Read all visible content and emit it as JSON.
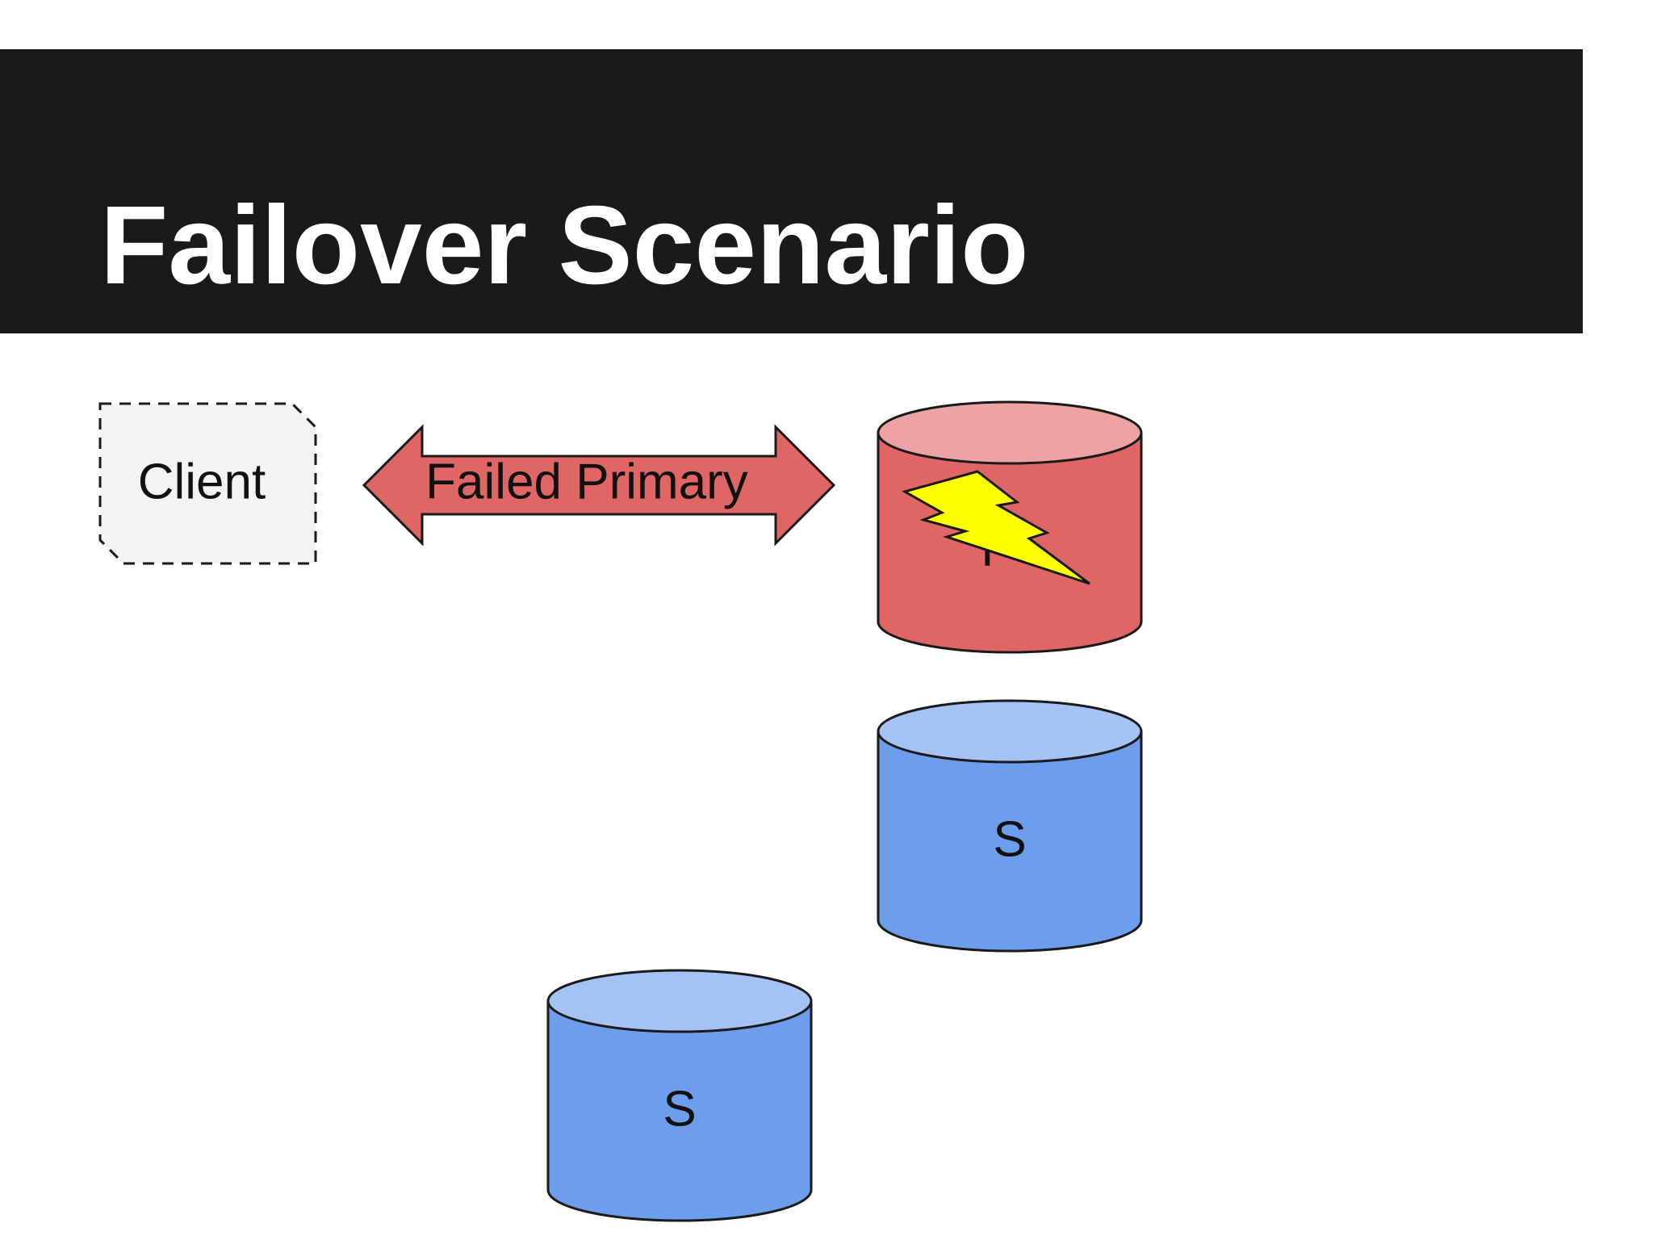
{
  "slide": {
    "title": "Failover Scenario"
  },
  "diagram": {
    "client": {
      "label": "Client"
    },
    "link": {
      "label": "Failed Primary"
    },
    "primary": {
      "label": "P"
    },
    "secondary_1": {
      "label": "S"
    },
    "secondary_2": {
      "label": "S"
    }
  },
  "colors": {
    "title_bar": "#1a1a1a",
    "primary_fill": "#e06666",
    "primary_top": "#eda3a3",
    "secondary_fill": "#6d9eeb",
    "secondary_top": "#a4c2f4",
    "arrow_fill": "#e06666",
    "bolt_fill": "#ffff00",
    "client_fill": "#f3f3f3"
  },
  "icons": {
    "failure": "lightning-bolt-icon"
  }
}
